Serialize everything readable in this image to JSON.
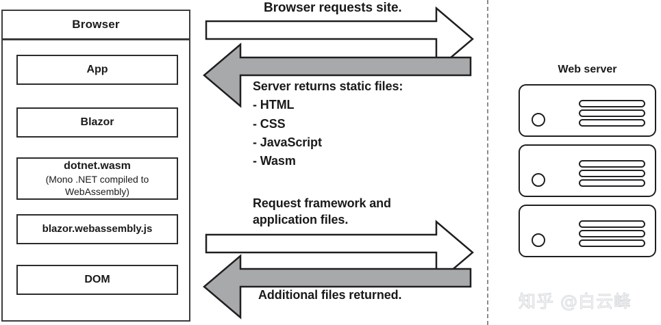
{
  "browser": {
    "title": "Browser",
    "stack": [
      {
        "name": "app",
        "primary": "App",
        "secondary": ""
      },
      {
        "name": "blazor",
        "primary": "Blazor",
        "secondary": ""
      },
      {
        "name": "wasm",
        "primary": "dotnet.wasm",
        "secondary": "(Mono .NET compiled to WebAssembly)"
      },
      {
        "name": "jsfile",
        "primary": "blazor.webassembly.js",
        "secondary": ""
      },
      {
        "name": "dom",
        "primary": "DOM",
        "secondary": ""
      }
    ]
  },
  "flow": {
    "request_site": "Browser requests site.",
    "static_files": "Server returns static files:\n- HTML\n- CSS\n- JavaScript\n- Wasm",
    "request_framework": "Request framework and\napplication files.",
    "additional_files": "Additional files returned."
  },
  "server": {
    "title": "Web server",
    "units": [
      {
        "name": "server-1"
      },
      {
        "name": "server-2"
      },
      {
        "name": "server-3"
      }
    ],
    "slots_per_unit": 3
  },
  "watermark": "知乎 @白云峰",
  "colors": {
    "outline": "#2b2b2d",
    "panel_border": "#3a3a3c",
    "arrow_gray": "#a8a9ab",
    "arrow_white": "#ffffff",
    "divider": "#8a8a8c",
    "text": "#1a1a1a"
  }
}
